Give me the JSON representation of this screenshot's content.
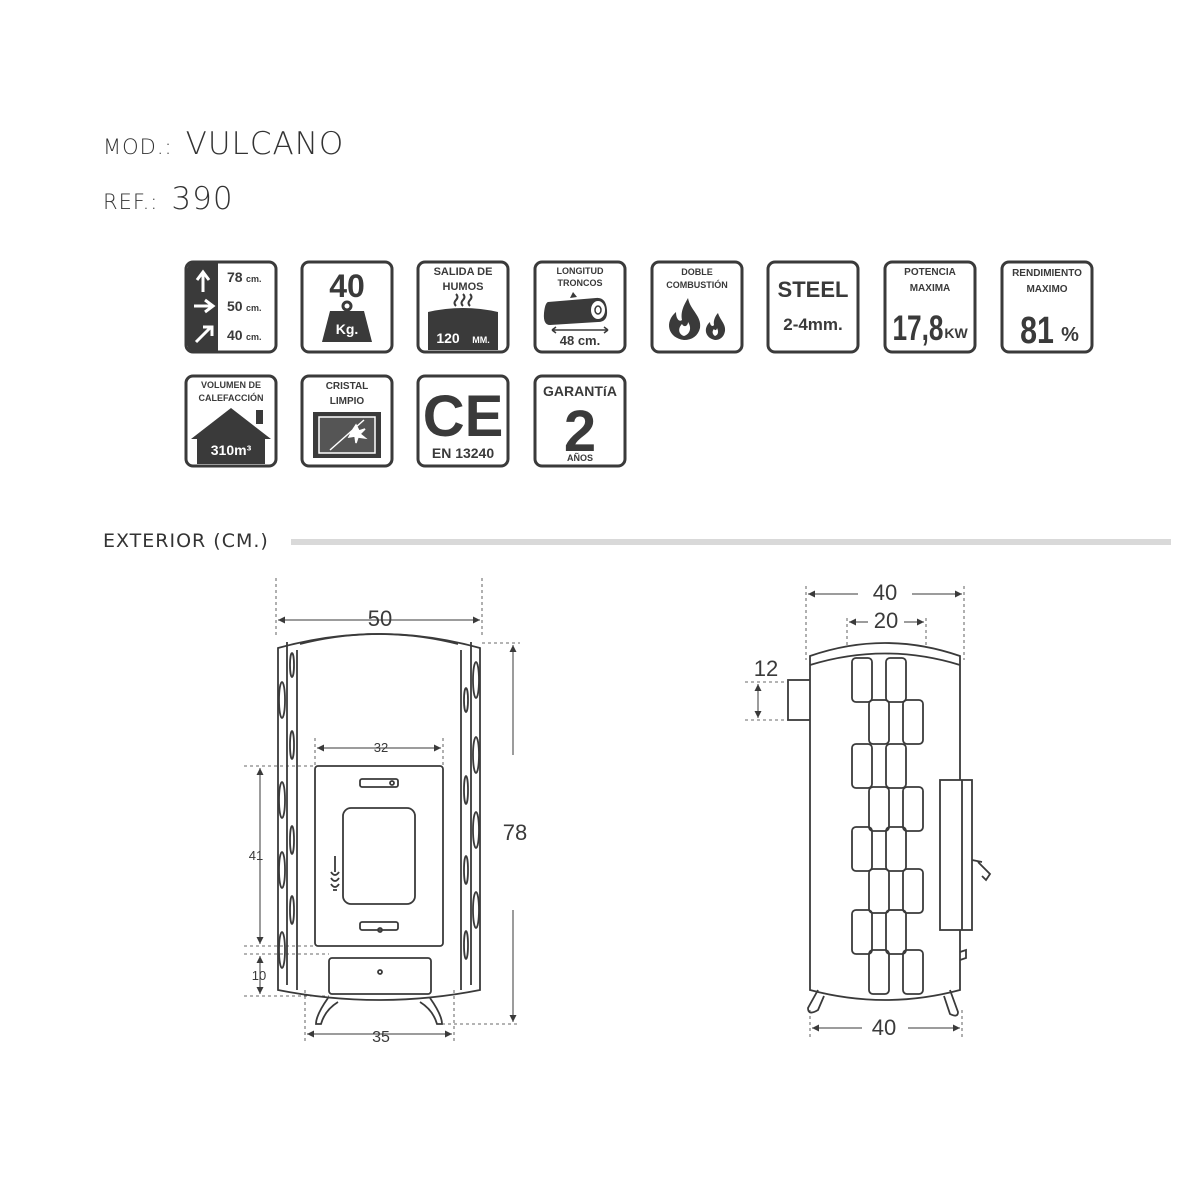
{
  "header": {
    "model_label": "MOD.:",
    "model_value": "VULCANO",
    "ref_label": "REF.:",
    "ref_value": "390"
  },
  "icons": {
    "dimensions": {
      "height": "78",
      "width": "50",
      "depth": "40",
      "unit": "cm."
    },
    "weight": {
      "value": "40",
      "unit": "Kg."
    },
    "smoke": {
      "title1": "SALIDA DE",
      "title2": "HUMOS",
      "value": "120",
      "unit": "MM."
    },
    "logs": {
      "title1": "LONGITUD",
      "title2": "TRONCOS",
      "value": "48 cm."
    },
    "combustion": {
      "title1": "DOBLE",
      "title2": "COMBUSTIÓN"
    },
    "steel": {
      "title": "STEEL",
      "value": "2-4mm."
    },
    "power": {
      "title1": "POTENCIA",
      "title2": "MAXIMA",
      "value": "17,8",
      "unit": "KW"
    },
    "efficiency": {
      "title1": "RENDIMIENTO",
      "title2": "MAXIMO",
      "value": "81",
      "unit": "%"
    },
    "volume": {
      "title1": "VOLUMEN DE",
      "title2": "CALEFACCIÓN",
      "value": "310m³"
    },
    "glass": {
      "title1": "CRISTAL",
      "title2": "LIMPIO"
    },
    "ce": {
      "mark": "CE",
      "norm": "EN 13240"
    },
    "warranty": {
      "title": "GARANTíA",
      "value": "2",
      "unit": "AÑOS"
    }
  },
  "section": {
    "title": "EXTERIOR (CM.)"
  },
  "front_view": {
    "width_top": "50",
    "height_total": "78",
    "door_width": "32",
    "door_height": "41",
    "drawer_height": "10",
    "base_width": "35"
  },
  "side_view": {
    "depth_top": "40",
    "flue_offset": "20",
    "flue_diameter": "12",
    "depth_bottom": "40"
  }
}
